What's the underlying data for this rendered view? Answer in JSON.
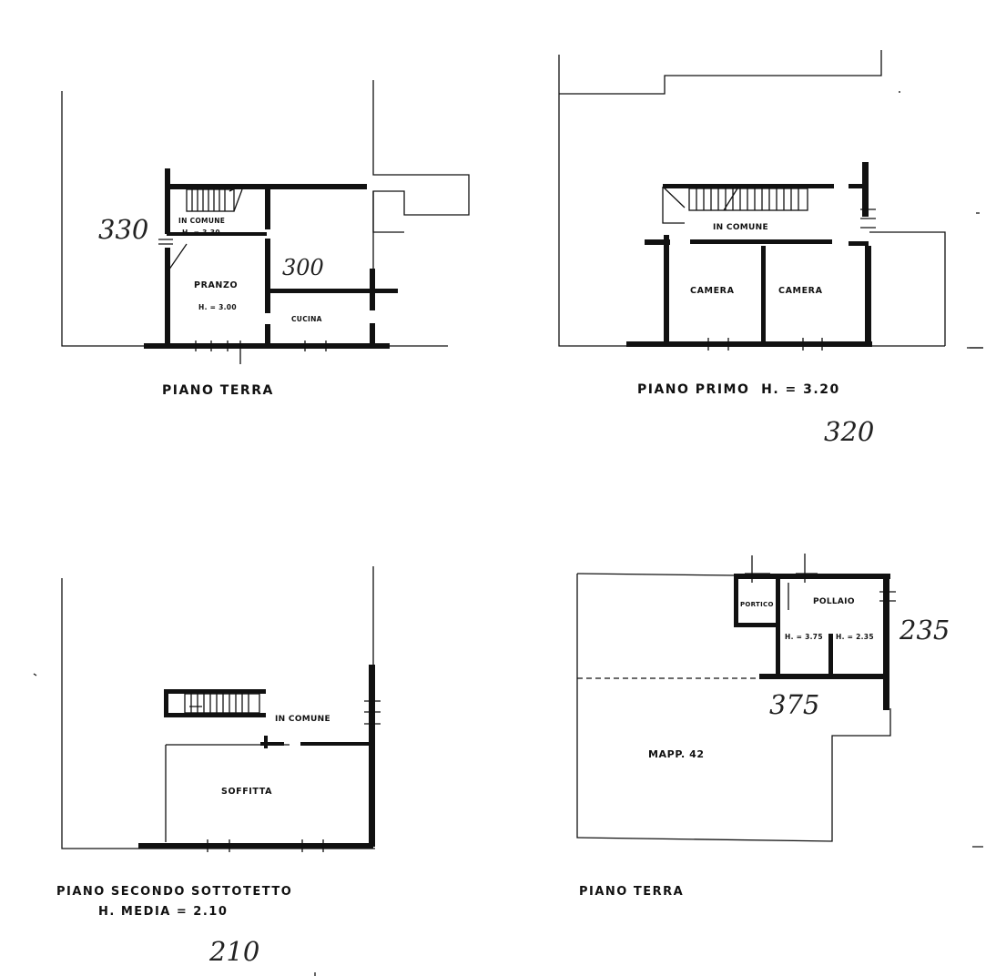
{
  "plans": {
    "ground_floor": {
      "caption": "PIANO TERRA",
      "rooms": {
        "stair": "IN COMUNE",
        "stair_height": "H. = 3.30",
        "living": "PRANZO",
        "living_height": "H. = 3.00",
        "kitchen": "CUCINA"
      },
      "handwritten_height": "330",
      "handwritten_kitchen": "300"
    },
    "first_floor": {
      "caption": "PIANO PRIMO  H. = 3.20",
      "rooms": {
        "stair": "IN COMUNE",
        "bedroom_left": "CAMERA",
        "bedroom_right": "CAMERA"
      },
      "handwritten_height": "320"
    },
    "attic": {
      "caption_line1": "PIANO SECONDO SOTTOTETTO",
      "caption_line2": "H. MEDIA = 2.10",
      "rooms": {
        "stair": "IN COMUNE",
        "attic": "SOFFITTA"
      },
      "handwritten_height": "210"
    },
    "outbuilding": {
      "caption": "PIANO TERRA",
      "rooms": {
        "small": "PORTICO",
        "henhouse": "POLLAIO",
        "left_height": "H. = 3.75",
        "right_height": "H. = 2.35",
        "lot": "MAPP. 42"
      },
      "handwritten_right": "235",
      "handwritten_bottom": "375"
    }
  }
}
